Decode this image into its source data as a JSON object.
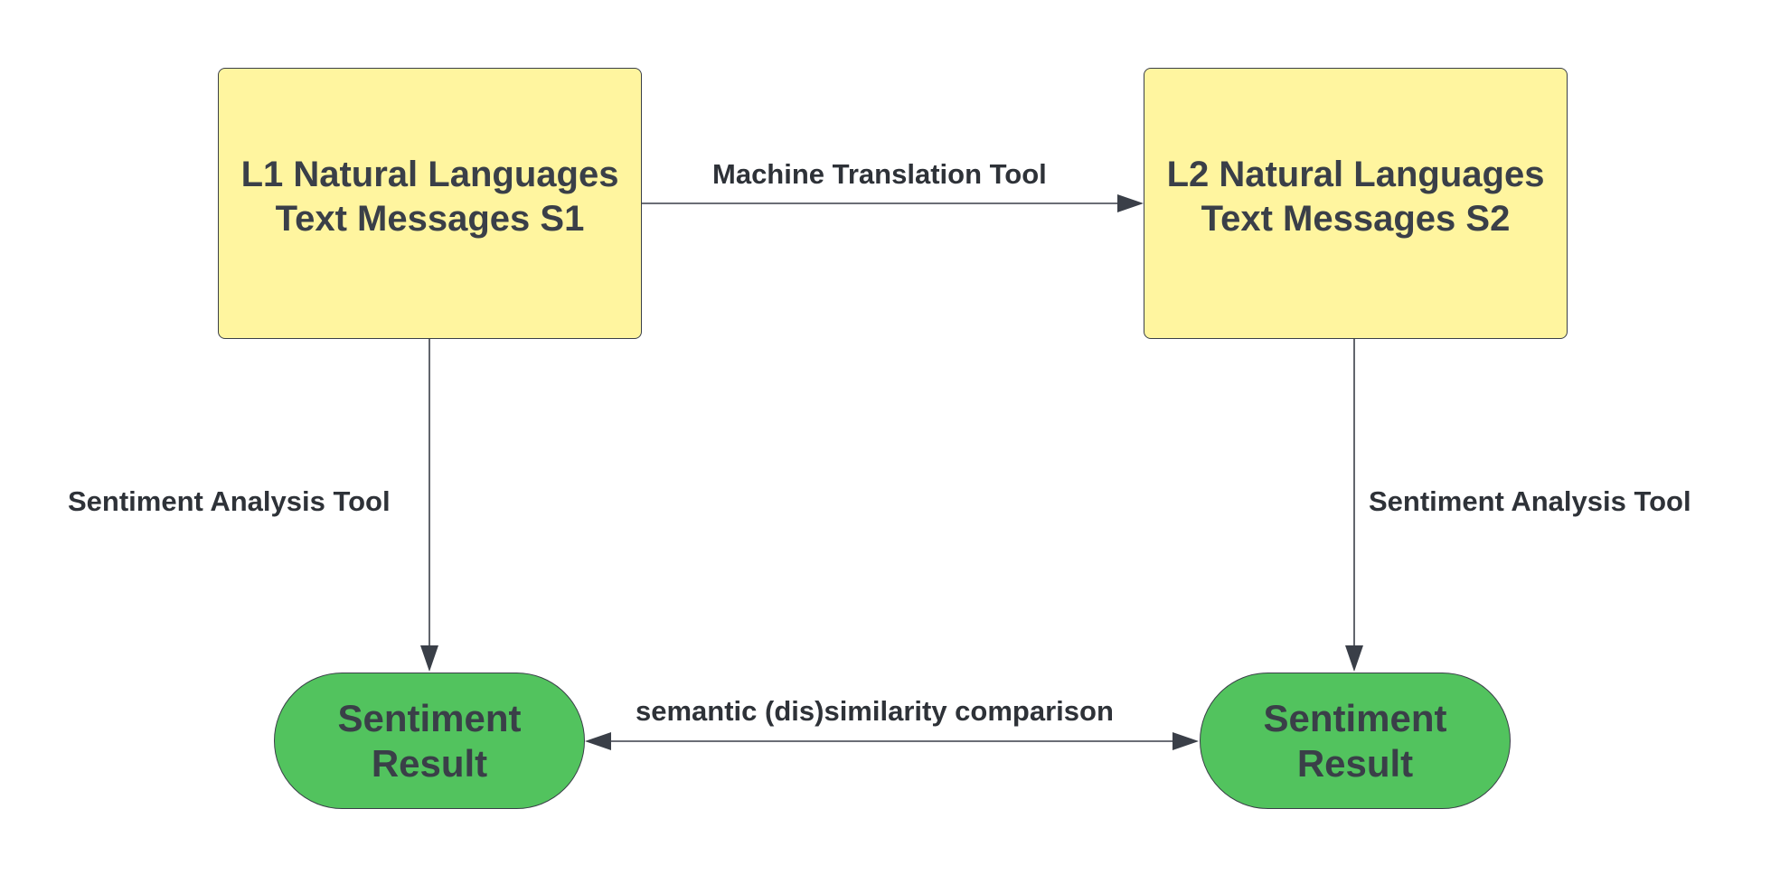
{
  "nodes": {
    "source_text": {
      "line1": "L1 Natural Languages",
      "line2": "Text Messages S1"
    },
    "translated_text": {
      "line1": "L2 Natural Languages",
      "line2": "Text Messages S2"
    },
    "sentiment_result_left": {
      "line1": "Sentiment",
      "line2": "Result"
    },
    "sentiment_result_right": {
      "line1": "Sentiment",
      "line2": "Result"
    }
  },
  "edges": {
    "translation": "Machine Translation Tool",
    "sentiment_left": "Sentiment Analysis Tool",
    "sentiment_right": "Sentiment Analysis Tool",
    "comparison": "semantic (dis)similarity comparison"
  },
  "colors": {
    "box_fill": "#fff59f",
    "pill_fill": "#52c35e",
    "stroke": "#3a3f48"
  }
}
